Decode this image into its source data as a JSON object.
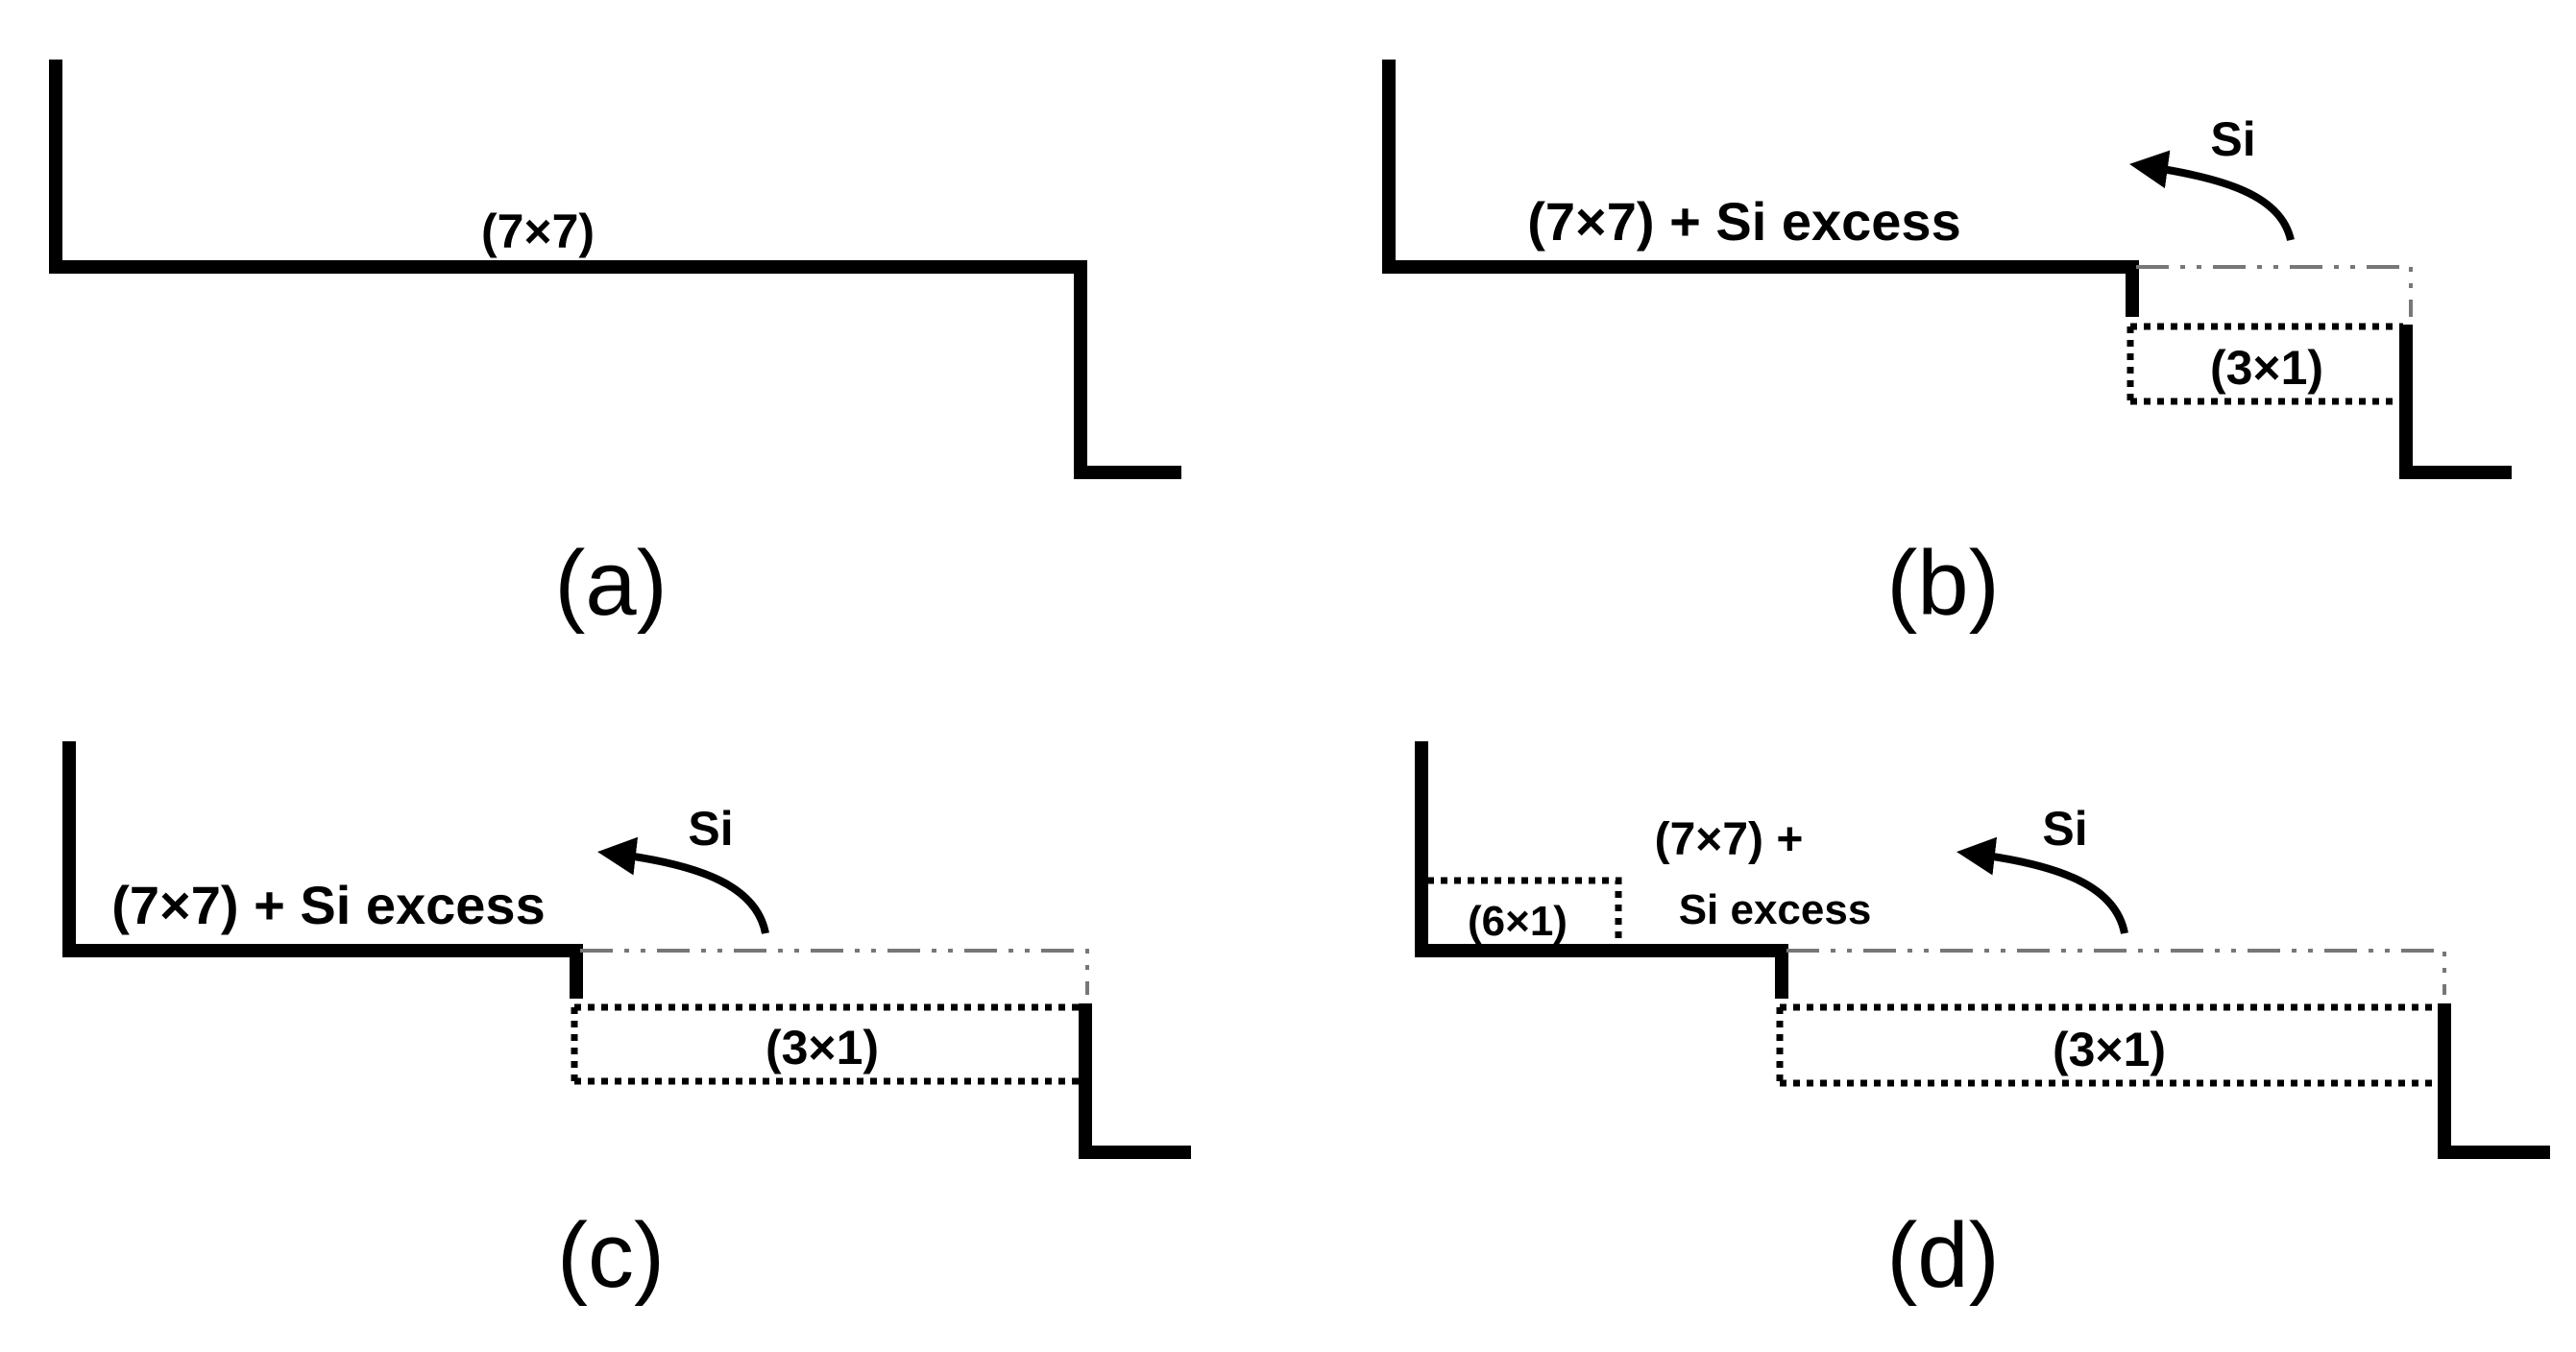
{
  "panels": {
    "a": {
      "caption": "(a)",
      "surface": "(7×7)"
    },
    "b": {
      "caption": "(b)",
      "surface": "(7×7) + Si excess",
      "arrow": "Si",
      "reconstruction": "(3×1)"
    },
    "c": {
      "caption": "(c)",
      "surface": "(7×7) + Si excess",
      "arrow": "Si",
      "reconstruction": "(3×1)"
    },
    "d": {
      "caption": "(d)",
      "surface_line1": "(7×7) +",
      "surface_line2": "Si excess",
      "arrow": "Si",
      "reconstruction": "(3×1)",
      "small_reconstruction": "(6×1)"
    }
  },
  "colors": {
    "step": "#000000",
    "dashdot_line": "#777777"
  }
}
